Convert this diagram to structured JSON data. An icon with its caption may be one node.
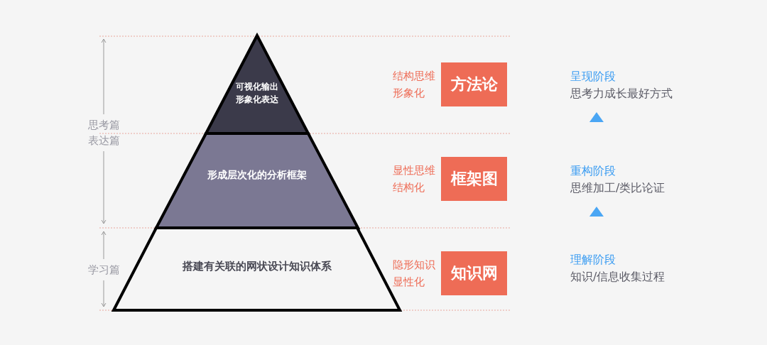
{
  "diagram": {
    "nodes": [
      {
        "text": [
          "可视化输出形象化表达"
        ]
      },
      {
        "text": [
          "形成层次化的分析框架"
        ]
      },
      {
        "text": [
          "搭建有关联的网状设计知识体系"
        ]
      },
      {
        "text": [
          "方法论"
        ],
        "beside": [
          "结构思维形象化"
        ]
      },
      {
        "text": [
          "框架图"
        ],
        "beside": [
          "显性思维结构化"
        ]
      },
      {
        "text": [
          "知识网"
        ],
        "beside": [
          "隐形知识显性化"
        ]
      },
      {
        "text": [
          "呈现阶段",
          "思考力成长最好方式"
        ]
      },
      {
        "text": [
          "重构阶段",
          "思维加工/类比论证"
        ]
      },
      {
        "text": [
          "理解阶段",
          "知识/信息收集过程"
        ]
      }
    ],
    "edges": [
      {
        "from": 8,
        "to": 7,
        "arrow": "to"
      },
      {
        "from": 7,
        "to": 6,
        "arrow": "to"
      }
    ],
    "labels": [
      "思考篇表达篇",
      "学习篇"
    ]
  }
}
